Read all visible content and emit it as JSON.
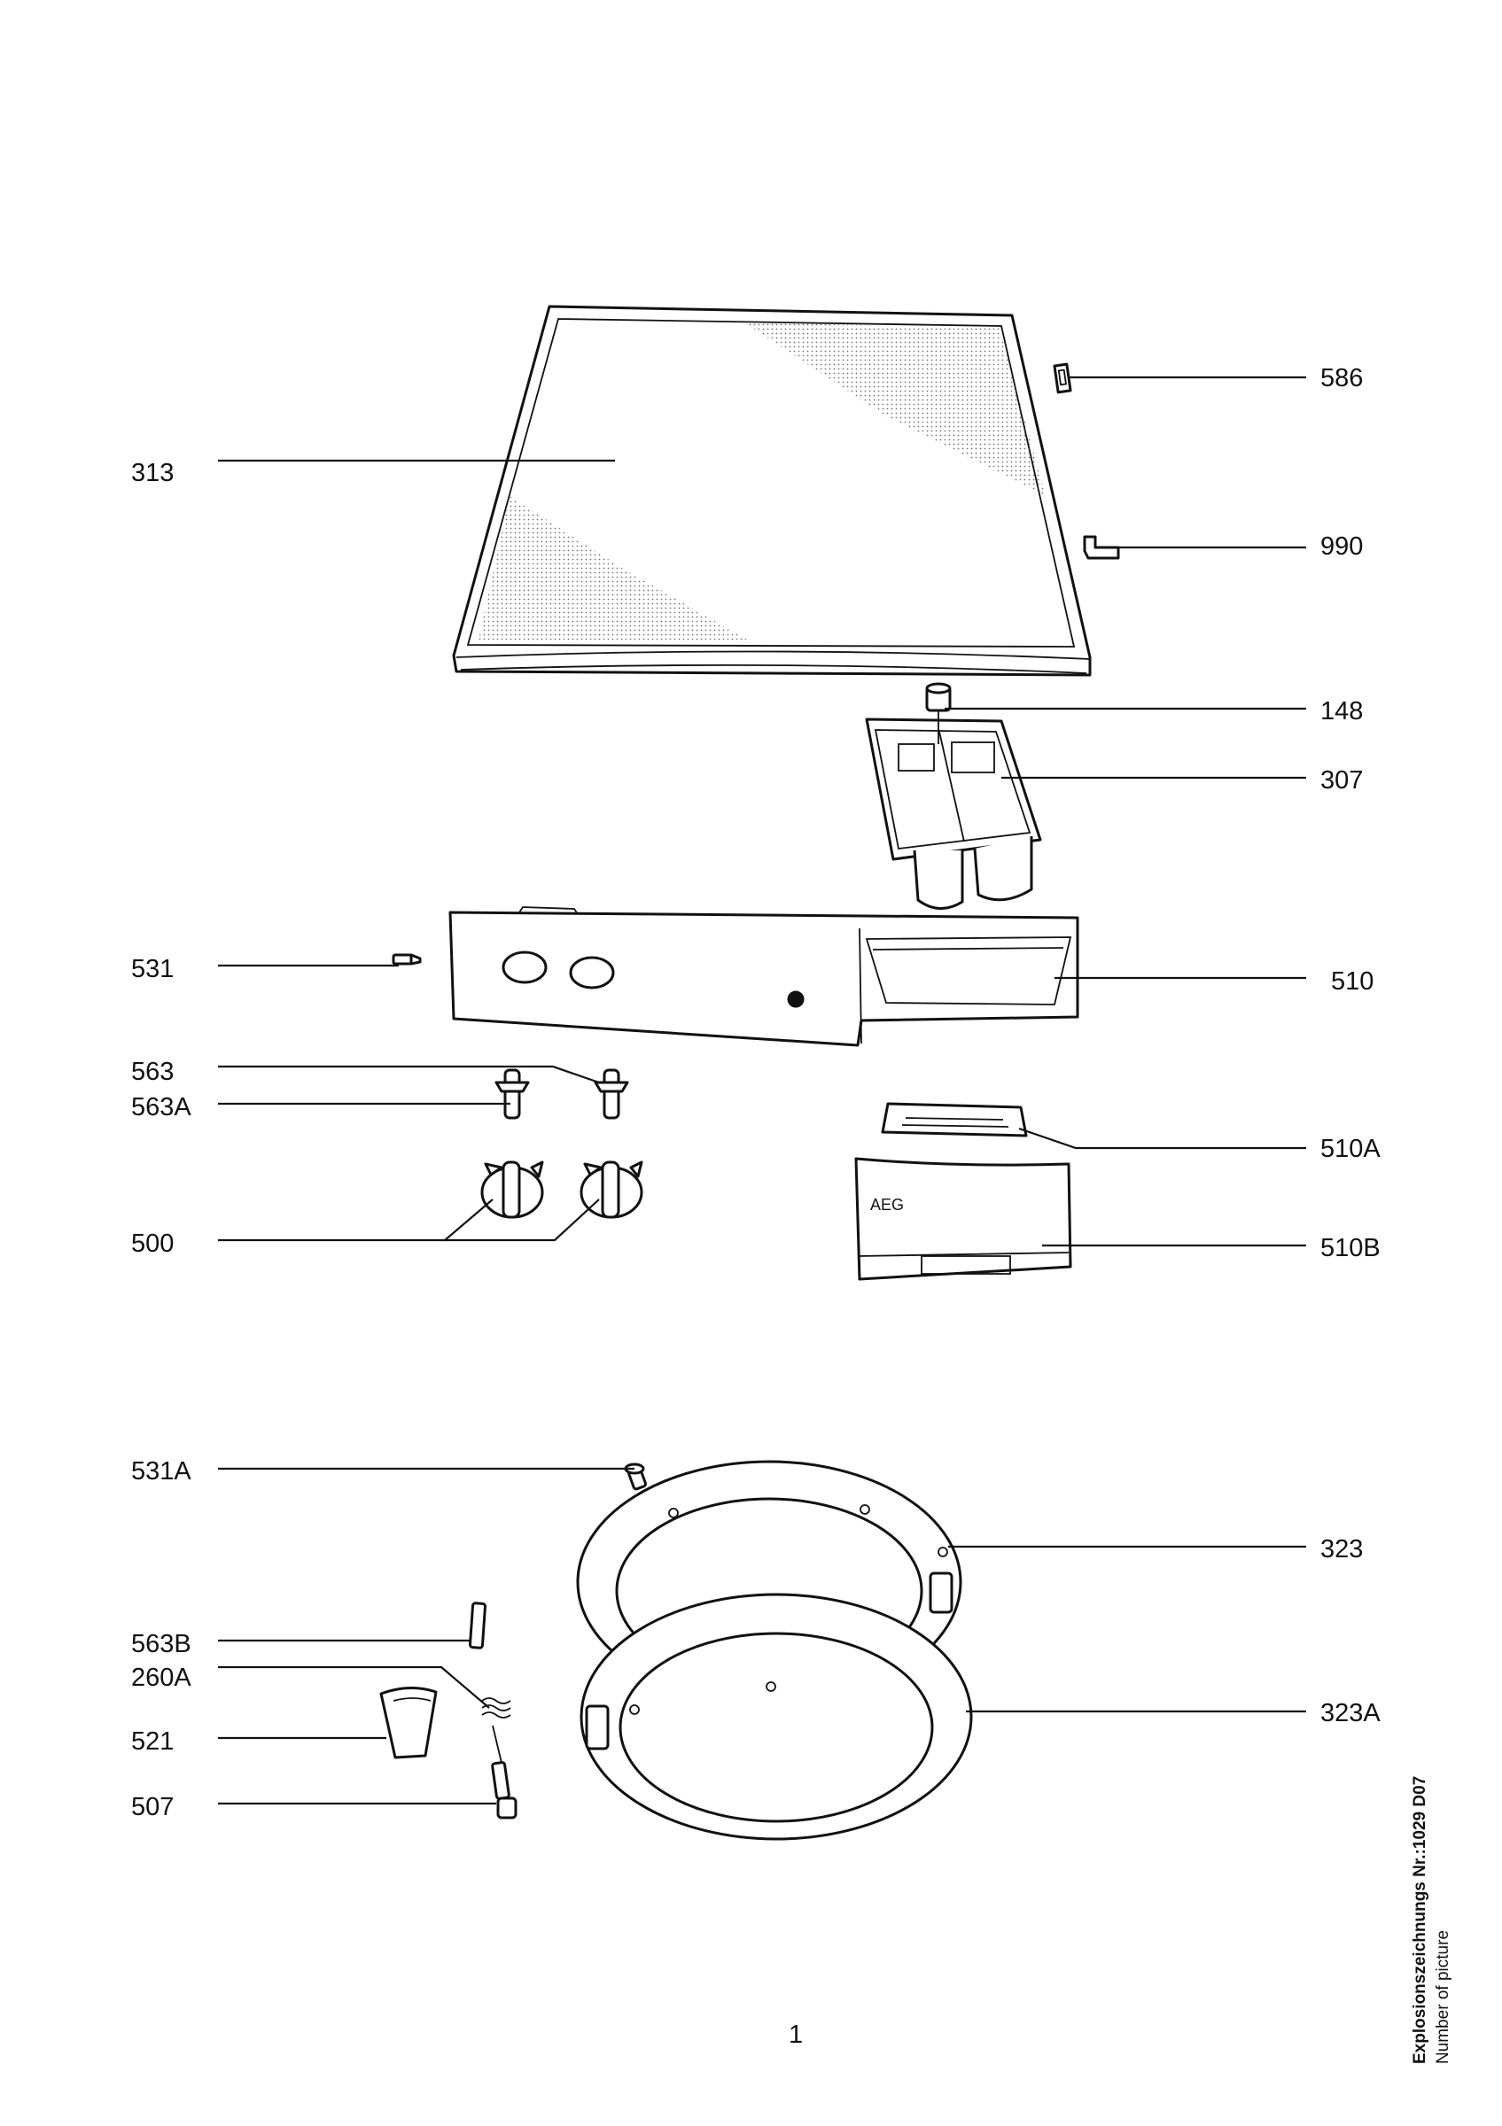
{
  "labels": {
    "l586": "586",
    "l313": "313",
    "l990": "990",
    "l148": "148",
    "l307": "307",
    "l531": "531",
    "l510": "510",
    "l563": "563",
    "l563A": "563A",
    "l510A": "510A",
    "l500": "500",
    "l510B": "510B",
    "l531A": "531A",
    "l323": "323",
    "l563B": "563B",
    "l260A": "260A",
    "l521": "521",
    "l323A": "323A",
    "l507": "507"
  },
  "panel_brand": "AEG",
  "page_number": "1",
  "side_note": {
    "title": "Explosionszeichnungs Nr.:1029 D07",
    "subtitle": "Number of picture"
  }
}
